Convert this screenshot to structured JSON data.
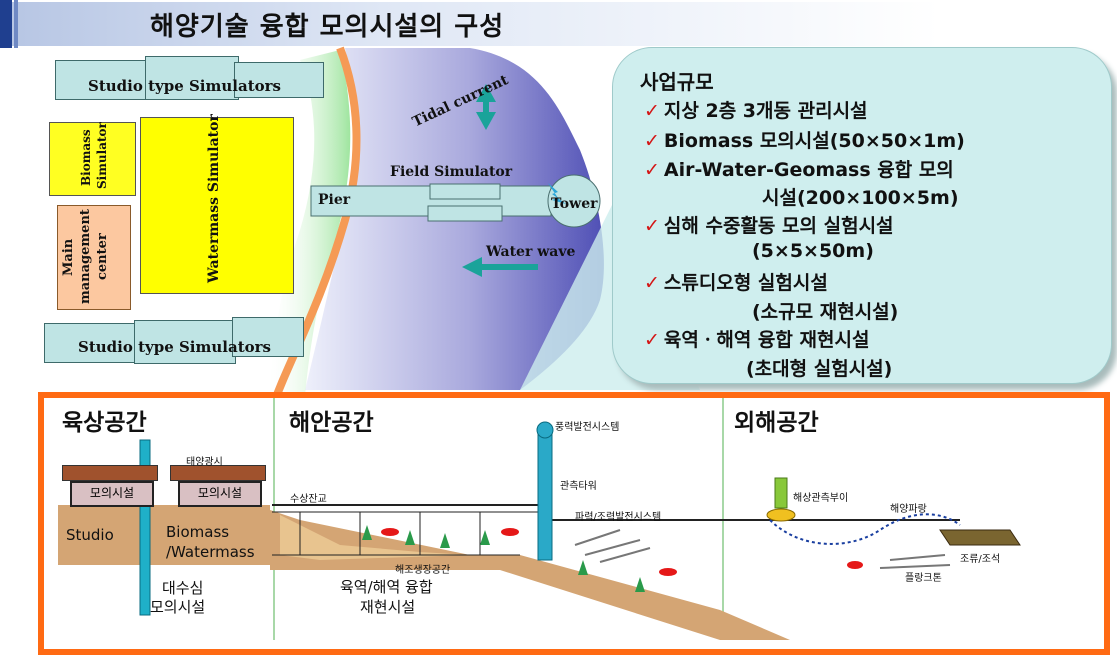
{
  "title": "해양기술 융합 모의시설의 구성",
  "layout_plan": {
    "studio_top": "Studio type Simulators",
    "studio_bottom": "Studio type Simulators",
    "biomass": "Biomass Simulator",
    "main_mgmt": "Main management center",
    "watermass": "Watermass Simulator",
    "tidal_current": "Tidal current",
    "field_simulator": "Field Simulator",
    "pier": "Pier",
    "tower": "Tower",
    "water_wave": "Water wave"
  },
  "info_panel": {
    "heading": "사업규모",
    "items": [
      "지상 2층 3개동 관리시설",
      "Biomass 모의시설(50×50×1m)",
      "Air-Water-Geomass 융합 모의",
      "시설(200×100×5m)",
      "심해 수중활동 모의 실험시설",
      "(5×5×50m)",
      "스튜디오형 실험시설",
      "(소규모 재현시설)",
      "육역ㆍ해역 융합 재현시설",
      "(초대형 실험시설)"
    ]
  },
  "bottom": {
    "sections": [
      "육상공간",
      "해안공간",
      "외해공간"
    ],
    "labels": {
      "facility1": "모의시설",
      "facility2": "모의시설",
      "solar": "태양광시",
      "studio": "Studio",
      "biomass_watermass": "Biomass /Watermass",
      "deep_water_1": "대수심",
      "deep_water_2": "모의시설",
      "floating_pier": "수상잔교",
      "wind_power": "풍력발전시스템",
      "observation_tower": "관측타워",
      "wave_tidal_power": "파력/조력발전시스템",
      "seaweed_space": "해조생장공간",
      "land_sea_1": "육역/해역 융합",
      "land_sea_2": "재현시설",
      "buoy": "해상관측부이",
      "ocean_wave": "해양파랑",
      "tide_current": "조류/조석",
      "plankton": "플랑크톤"
    }
  },
  "colors": {
    "accent": "#1f3f8f",
    "frame": "#ff6a13",
    "panel": "#cfeeee",
    "check": "#d41515",
    "arrow": "#1aa39a"
  }
}
